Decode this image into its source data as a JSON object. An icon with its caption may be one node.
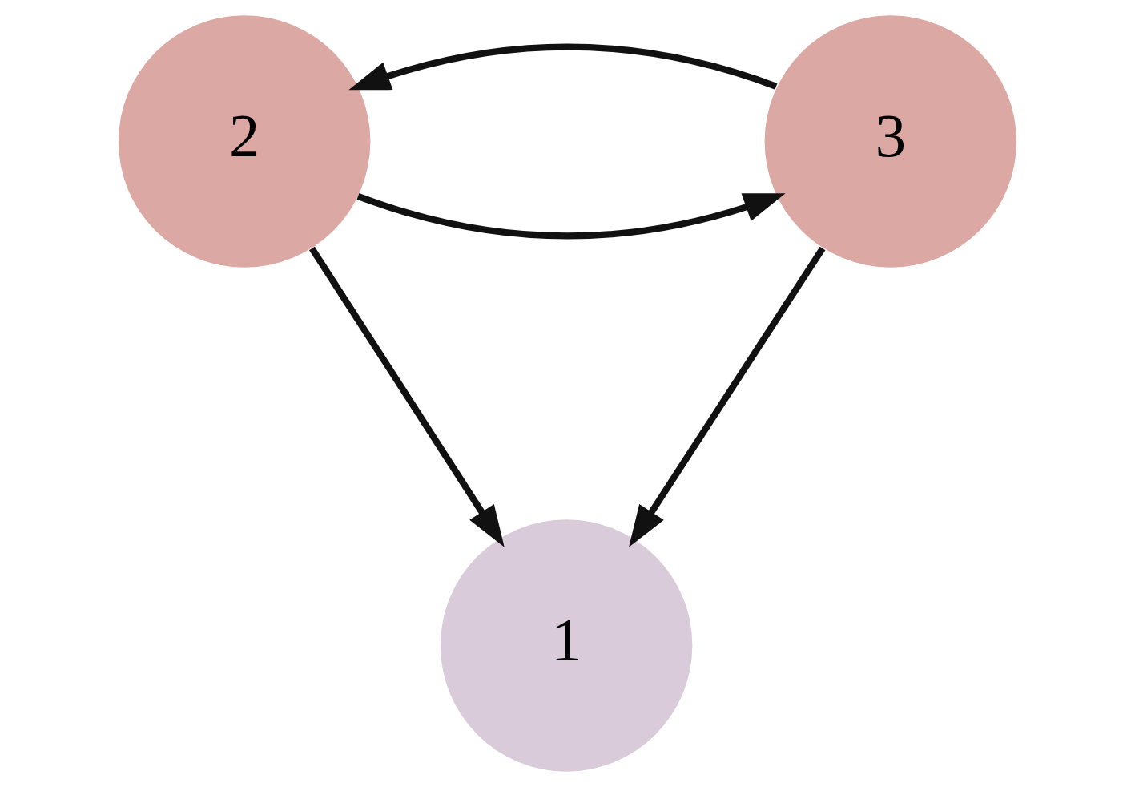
{
  "diagram": {
    "nodes": [
      {
        "text": [
          "1"
        ]
      },
      {
        "text": [
          "2"
        ]
      },
      {
        "text": [
          "3"
        ]
      }
    ],
    "edges": [
      {
        "from": 1,
        "to": 0,
        "arrow": "to"
      },
      {
        "from": 2,
        "to": 0,
        "arrow": "to"
      },
      {
        "from": 1,
        "to": 2,
        "arrow": "to"
      },
      {
        "from": 2,
        "to": 1,
        "arrow": "to"
      }
    ]
  }
}
